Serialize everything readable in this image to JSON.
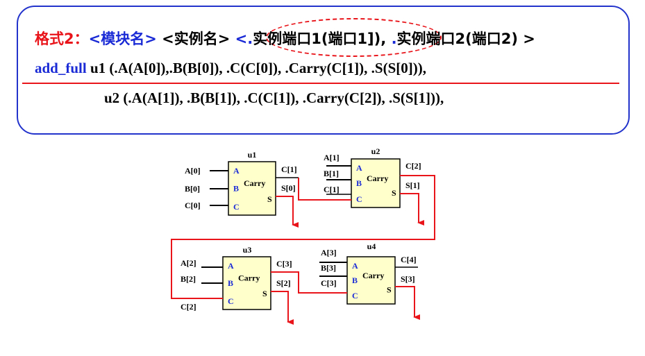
{
  "format": {
    "label": "格式2：",
    "module": "<模块名>",
    "instance": " <实例名> ",
    "port1_prefix": "<.",
    "port1": "实例端口1(端口1])",
    "port1_sep": ", ",
    "port2_prefix": ".",
    "port2": "实例端口2(端口2) >"
  },
  "code": {
    "line1_module": "add_full",
    "line1_rest": " u1 (.A(A[0]),.B(B[0]), .C(C[0]), .Carry(C[1]), .S(S[0])),",
    "line2": "u2 (.A(A[1]), .B(B[1]), .C(C[1]), .Carry(C[2]), .S(S[1])),"
  },
  "diagram": {
    "blocks": [
      {
        "name": "u1",
        "a": "A",
        "b": "B",
        "c": "C",
        "carry": "Carry",
        "s": "S",
        "in_a": "A[0]",
        "in_b": "B[0]",
        "in_c": "C[0]",
        "out_carry": "C[1]",
        "out_s": "S[0]"
      },
      {
        "name": "u2",
        "a": "A",
        "b": "B",
        "c": "C",
        "carry": "Carry",
        "s": "S",
        "in_a": "A[1]",
        "in_b": "B[1]",
        "in_c": "C[1]",
        "out_carry": "C[2]",
        "out_s": "S[1]"
      },
      {
        "name": "u3",
        "a": "A",
        "b": "B",
        "c": "C",
        "carry": "Carry",
        "s": "S",
        "in_a": "A[2]",
        "in_b": "B[2]",
        "in_c": "C[2]",
        "out_carry": "C[3]",
        "out_s": "S[2]"
      },
      {
        "name": "u4",
        "a": "A",
        "b": "B",
        "c": "C",
        "carry": "Carry",
        "s": "S",
        "in_a": "A[3]",
        "in_b": "B[3]",
        "in_c": "C[3]",
        "out_carry": "C[4]",
        "out_s": "S[3]"
      }
    ]
  },
  "colors": {
    "accent_red": "#e8141a",
    "accent_blue": "#1a2bd6",
    "block_fill": "#ffffcc"
  }
}
